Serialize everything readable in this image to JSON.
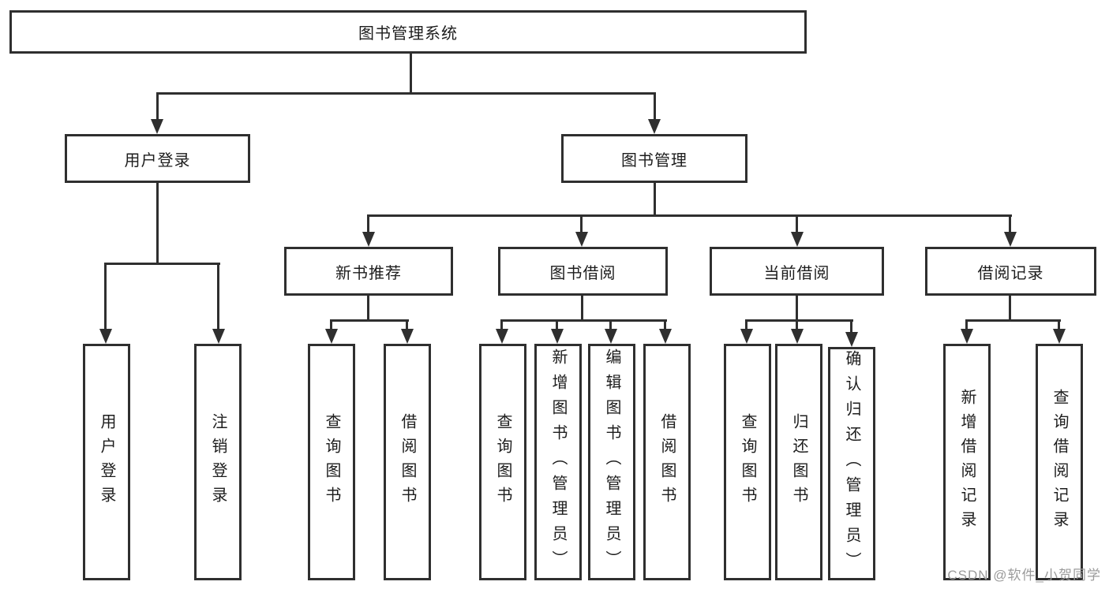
{
  "tree": {
    "root": "图书管理系统",
    "user_login": {
      "label": "用户登录",
      "children": [
        "用户登录",
        "注销登录"
      ]
    },
    "book_management": {
      "label": "图书管理",
      "sections": [
        {
          "label": "新书推荐",
          "children": [
            "查询图书",
            "借阅图书"
          ]
        },
        {
          "label": "图书借阅",
          "children": [
            "查询图书",
            "新增图书（管理员）",
            "编辑图书（管理员）",
            "借阅图书"
          ]
        },
        {
          "label": "当前借阅",
          "children": [
            "查询图书",
            "归还图书",
            "确认归还（管理员）"
          ]
        },
        {
          "label": "借阅记录",
          "children": [
            "新增借阅记录",
            "查询借阅记录"
          ]
        }
      ]
    }
  },
  "watermark": "CSDN @软件_小贺同学",
  "colors": {
    "line": "#2f2f2f",
    "text": "#1d1d1d",
    "watermark": "#9b9b9b",
    "background": "#ffffff"
  }
}
